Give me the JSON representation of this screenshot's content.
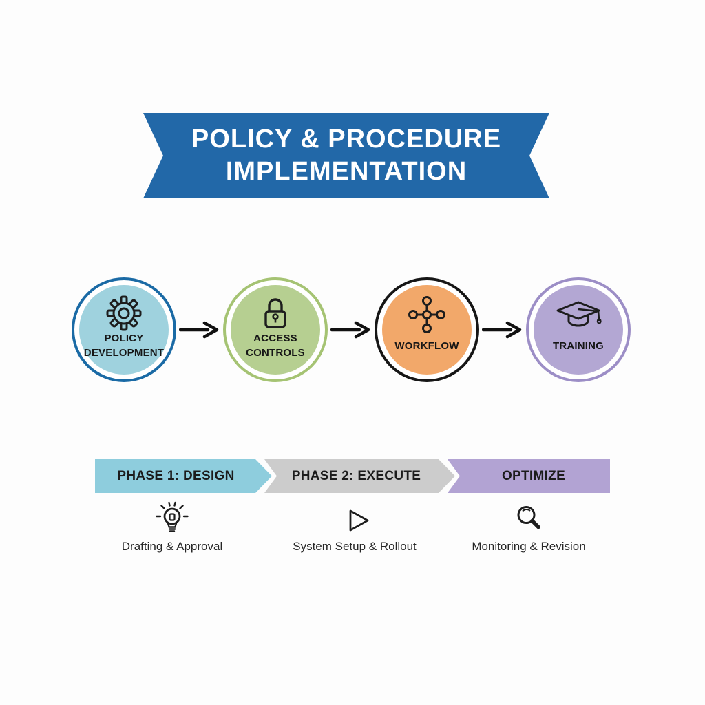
{
  "title": {
    "line1": "POLICY & PROCEDURE",
    "line2": "IMPLEMENTATION"
  },
  "colors": {
    "banner_blue": "#2268a8",
    "step_policy_fill": "#9fd2de",
    "step_policy_ring": "#1a6aa5",
    "step_access_fill": "#b6cf91",
    "step_access_ring": "#a5c373",
    "step_workflow_fill": "#f2a86a",
    "step_workflow_ring": "#161616",
    "step_training_fill": "#b3a7d3",
    "step_training_ring": "#9c8ec6",
    "phase1": "#8ecddd",
    "phase2": "#cccccc",
    "phase3": "#b2a3d3",
    "icon_stroke": "#1d1d1d"
  },
  "steps": [
    {
      "label_line1": "POLICY",
      "label_line2": "DEVELOPMENT",
      "icon": "gear-icon",
      "fill": "#9fd2de",
      "ring": "#1a6aa5"
    },
    {
      "label_line1": "ACCESS",
      "label_line2": "CONTROLS",
      "icon": "lock-icon",
      "fill": "#b6cf91",
      "ring": "#a5c373"
    },
    {
      "label_line1": "WORKFLOW",
      "label_line2": "",
      "icon": "workflow-network-icon",
      "fill": "#f2a86a",
      "ring": "#161616"
    },
    {
      "label_line1": "TRAINING",
      "label_line2": "",
      "icon": "graduation-cap-icon",
      "fill": "#b3a7d3",
      "ring": "#9c8ec6"
    }
  ],
  "phases": [
    {
      "label": "PHASE 1: DESIGN",
      "caption": "Drafting & Approval",
      "icon": "lightbulb-icon",
      "color": "#8ecddd"
    },
    {
      "label": "PHASE 2: EXECUTE",
      "caption": "System Setup & Rollout",
      "icon": "play-icon",
      "color": "#cccccc"
    },
    {
      "label": "OPTIMIZE",
      "caption": "Monitoring & Revision",
      "icon": "magnifier-icon",
      "color": "#b2a3d3"
    }
  ]
}
